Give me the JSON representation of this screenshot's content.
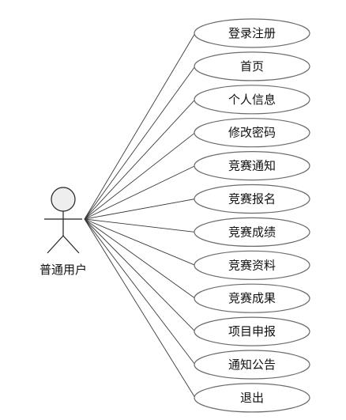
{
  "actor": {
    "label": "普通用户",
    "icon": "stick-figure-icon"
  },
  "use_cases": [
    "登录注册",
    "首页",
    "个人信息",
    "修改密码",
    "竞赛通知",
    "竞赛报名",
    "竞赛成绩",
    "竞赛资料",
    "竞赛成果",
    "项目申报",
    "通知公告",
    "退出"
  ]
}
